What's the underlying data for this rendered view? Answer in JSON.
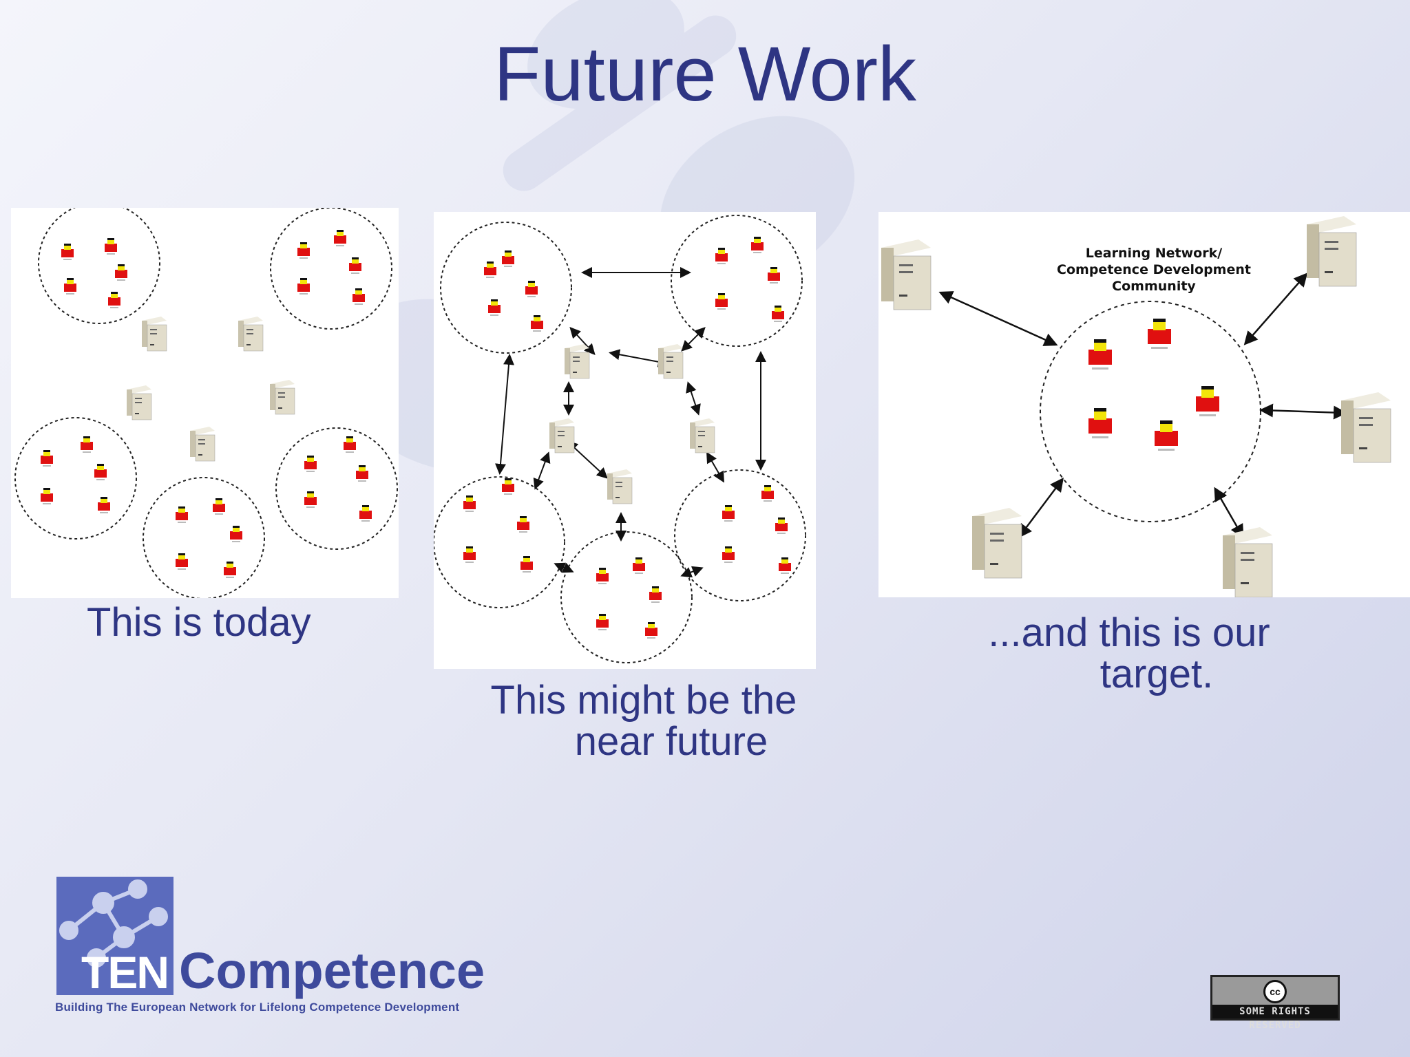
{
  "slide": {
    "title": "Future Work",
    "panels": [
      {
        "id": "today",
        "caption_l1": "This is today",
        "caption_l2": ""
      },
      {
        "id": "near-future",
        "caption_l1": "This might be the",
        "caption_l2": "near future"
      },
      {
        "id": "target",
        "caption_l1": "...and this is our",
        "caption_l2": "target.",
        "diagram_label_l1": "Learning Network/",
        "diagram_label_l2": "Competence Development",
        "diagram_label_l3": "Community"
      }
    ],
    "logo": {
      "ten": "TEN",
      "competence": "Competence",
      "tagline": "Building The European Network for Lifelong Competence Development"
    },
    "license_badge": {
      "mark": "cc",
      "strip": "SOME RIGHTS RESERVED"
    }
  },
  "colors": {
    "title": "#2e3583",
    "person": "#e01010",
    "head": "#f2e40a",
    "server": "#d8d3c2"
  },
  "icons": [
    "person-icon",
    "server-icon",
    "creative-commons-icon"
  ]
}
